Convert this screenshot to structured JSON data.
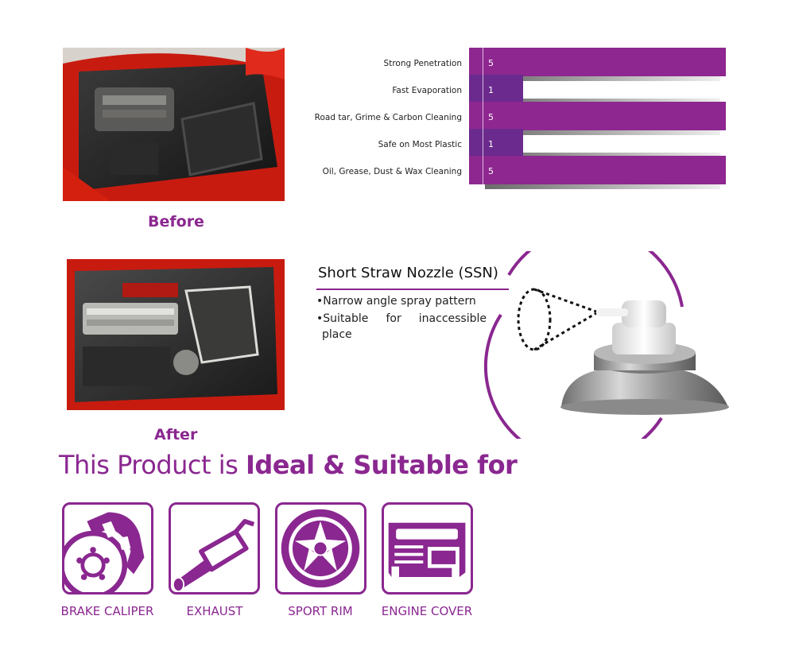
{
  "colors": {
    "accent": "#8a2790",
    "bar": "#8e2790",
    "bar_low": "#6b2a8e"
  },
  "photos": {
    "before_caption": "Before",
    "after_caption": "After"
  },
  "chart_data": {
    "type": "bar",
    "orientation": "horizontal",
    "categories": [
      "Strong Penetration",
      "Fast Evaporation",
      "Road tar, Grime & Carbon Cleaning",
      "Safe on Most Plastic",
      "Oil, Grease, Dust & Wax Cleaning"
    ],
    "values": [
      5,
      1,
      5,
      1,
      5
    ],
    "value_labels": [
      "5",
      "1",
      "5",
      "1",
      "5"
    ],
    "xlim": [
      0,
      5
    ],
    "grid": false,
    "legend": "none"
  },
  "nozzle": {
    "title": "Short Straw Nozzle (SSN)",
    "bullet_1": "•Narrow angle spray pattern",
    "bullet_2": "•Suitable for inaccessible",
    "bullet_3": "place"
  },
  "ideal": {
    "prefix": "This Product is ",
    "bold": "Ideal & Suitable for"
  },
  "applications": [
    {
      "label": "BRAKE CALIPER",
      "icon": "brake-caliper-icon"
    },
    {
      "label": "EXHAUST",
      "icon": "exhaust-icon"
    },
    {
      "label": "SPORT RIM",
      "icon": "sport-rim-icon"
    },
    {
      "label": "ENGINE COVER",
      "icon": "engine-cover-icon"
    }
  ]
}
